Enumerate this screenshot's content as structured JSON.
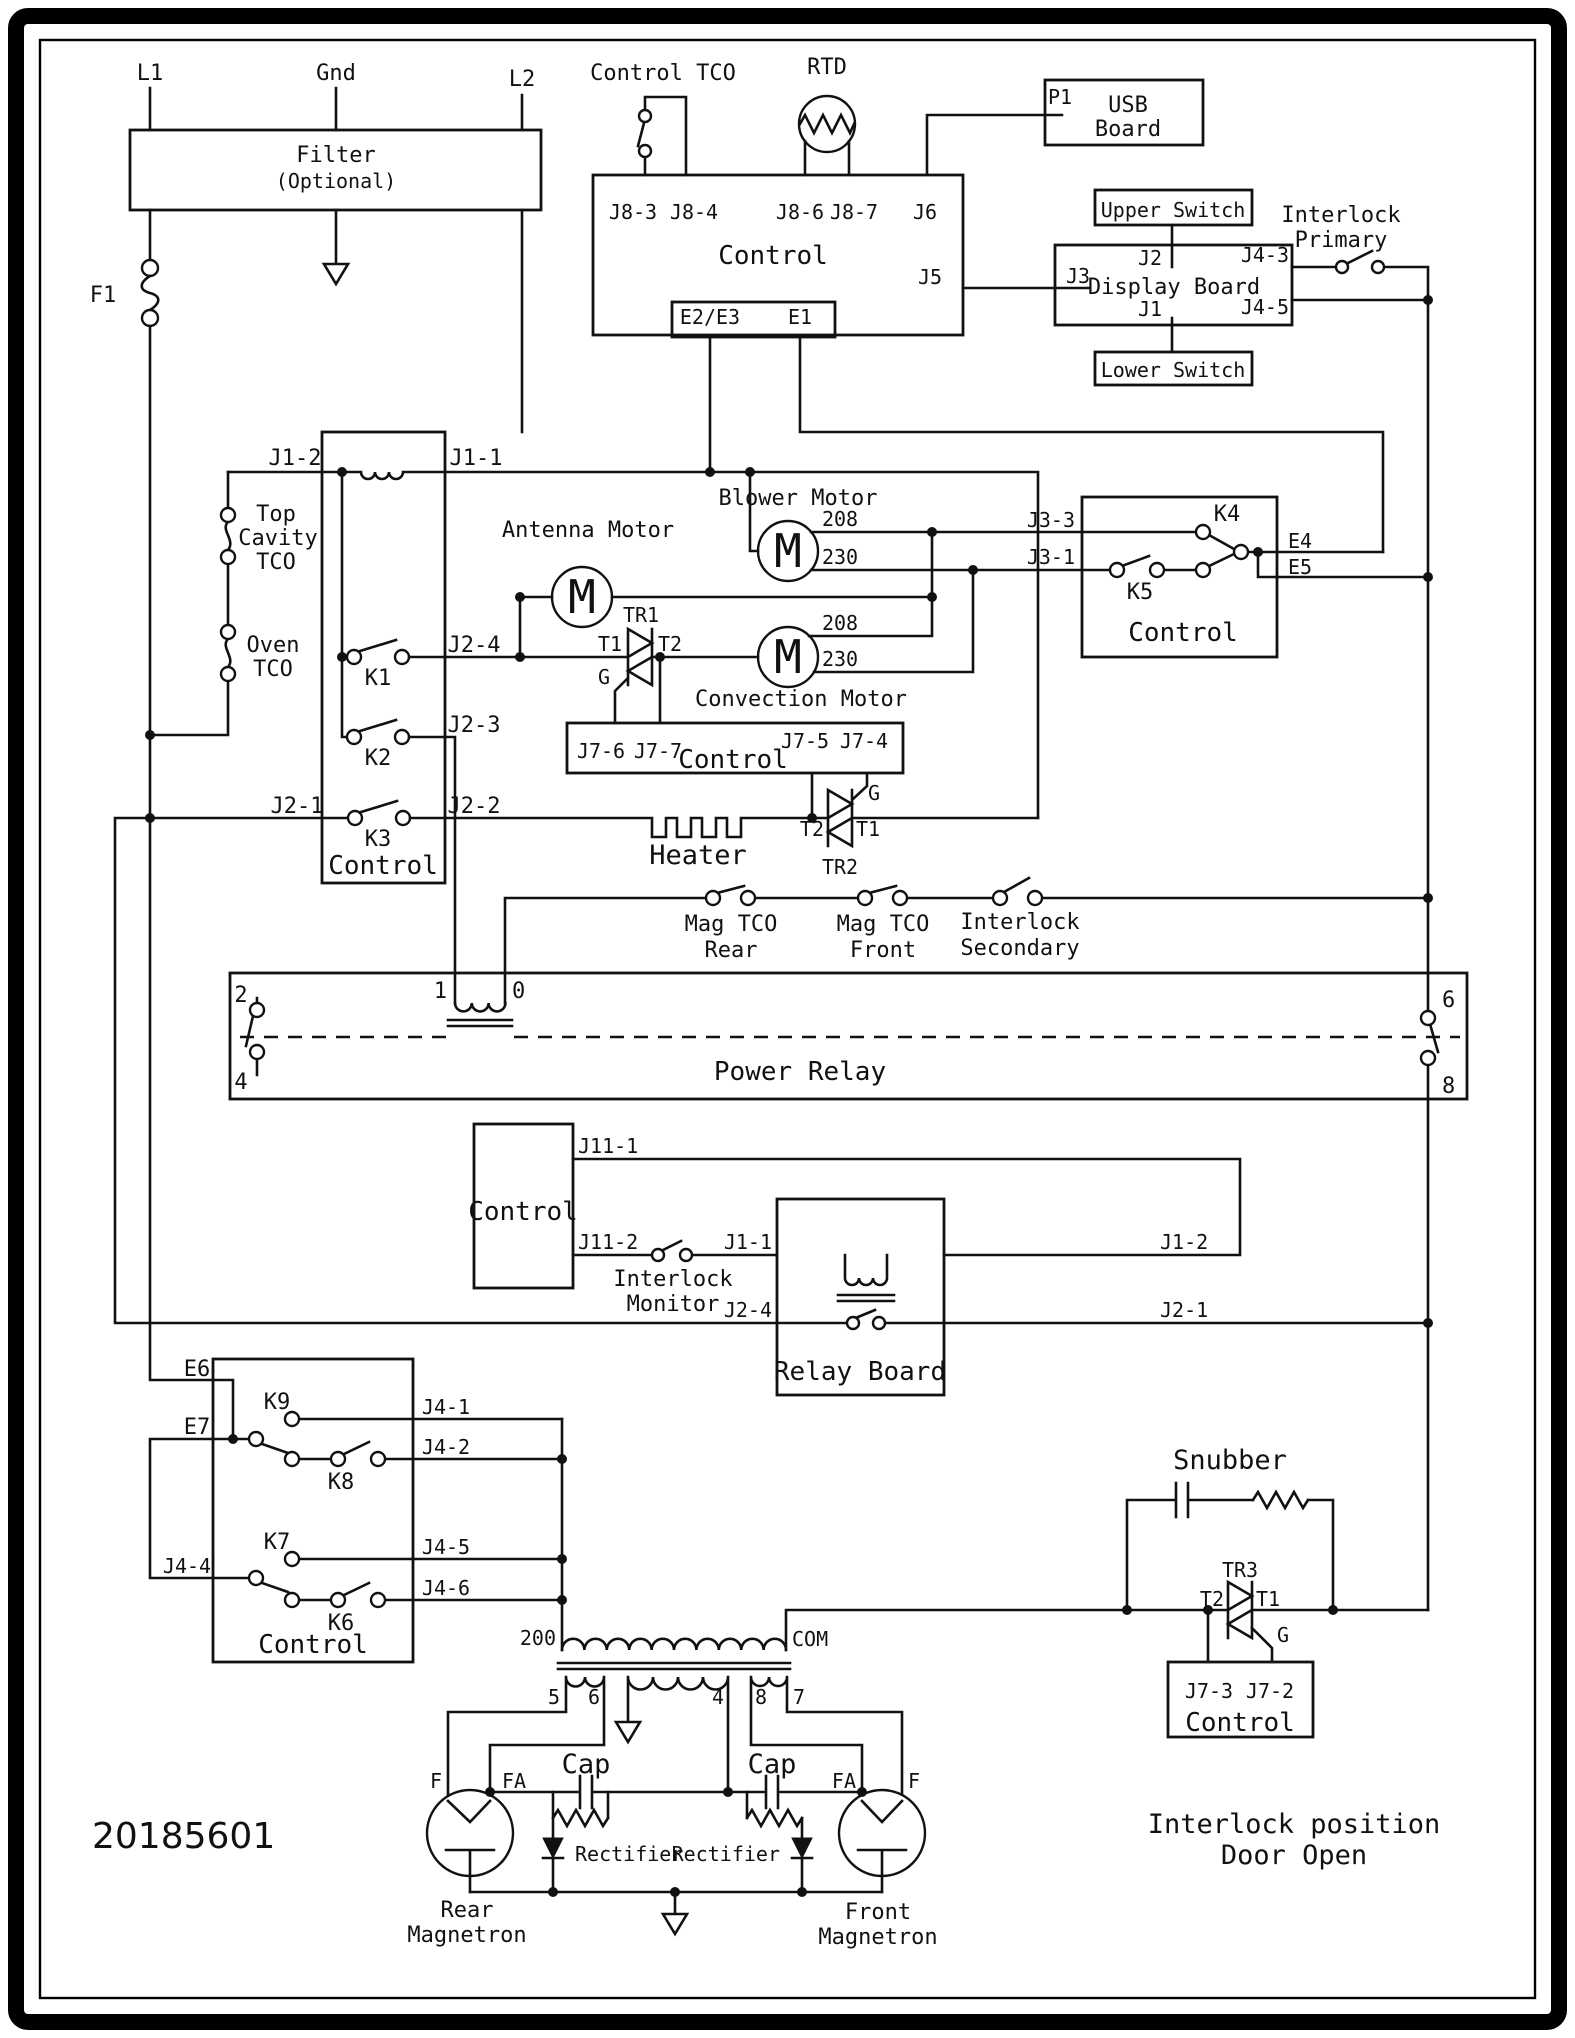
{
  "doc": {
    "number": "20185601",
    "caption_line1": "Interlock position",
    "caption_line2": "Door Open"
  },
  "labels": {
    "l1": "L1",
    "gnd": "Gnd",
    "l2": "L2",
    "filter_1": "Filter",
    "filter_2": "(Optional)",
    "f1": "F1",
    "control": "Control",
    "control_tco": "Control TCO",
    "rtd": "RTD",
    "j8_3": "J8-3",
    "j8_4": "J8-4",
    "j8_6": "J8-6",
    "j8_7": "J8-7",
    "j6": "J6",
    "j5": "J5",
    "e2e3": "E2/E3",
    "e1": "E1",
    "p1": "P1",
    "usb": "USB",
    "board": "Board",
    "upper_switch": "Upper Switch",
    "lower_switch": "Lower Switch",
    "display_board": "Display Board",
    "j2": "J2",
    "j1": "J1",
    "j3": "J3",
    "j4_3": "J4-3",
    "j4_5": "J4-5",
    "interlock": "Interlock",
    "primary": "Primary",
    "secondary": "Secondary",
    "monitor": "Monitor",
    "j1_2": "J1-2",
    "j1_1": "J1-1",
    "top": "Top",
    "cavity": "Cavity",
    "tco": "TCO",
    "oven": "Oven",
    "k1": "K1",
    "k2": "K2",
    "k3": "K3",
    "k4": "K4",
    "k5": "K5",
    "k6": "K6",
    "k7": "K7",
    "k8": "K8",
    "k9": "K9",
    "j2_4": "J2-4",
    "j2_3": "J2-3",
    "j2_1": "J2-1",
    "j2_2": "J2-2",
    "blower_motor": "Blower Motor",
    "antenna_motor": "Antenna Motor",
    "convection_motor": "Convection Motor",
    "m": "M",
    "v208": "208",
    "v230": "230",
    "tr1": "TR1",
    "tr2": "TR2",
    "tr3": "TR3",
    "t1": "T1",
    "t2": "T2",
    "g": "G",
    "j7_6": "J7-6",
    "j7_7": "J7-7",
    "j7_5": "J7-5",
    "j7_4": "J7-4",
    "j7_3": "J7-3",
    "j7_2": "J7-2",
    "j3_3": "J3-3",
    "j3_1": "J3-1",
    "e4": "E4",
    "e5": "E5",
    "e6": "E6",
    "e7": "E7",
    "heater": "Heater",
    "mag_tco": "Mag TCO",
    "rear": "Rear",
    "front": "Front",
    "n2": "2",
    "n4": "4",
    "n1": "1",
    "n0": "0",
    "n6": "6",
    "n8": "8",
    "power_relay": "Power Relay",
    "relay_board": "Relay Board",
    "j11_1": "J11-1",
    "j11_2": "J11-2",
    "j4_1": "J4-1",
    "j4_2": "J4-2",
    "j4_4": "J4-4",
    "j4_6": "J4-6",
    "n200": "200",
    "com": "COM",
    "n5": "5",
    "n7": "7",
    "snubber": "Snubber",
    "cap": "Cap",
    "rectifier": "Rectifier",
    "f": "F",
    "fa": "FA",
    "magnetron": "Magnetron"
  },
  "colors": {
    "line": "#111111",
    "background": "#ffffff",
    "frame": "#000000"
  }
}
